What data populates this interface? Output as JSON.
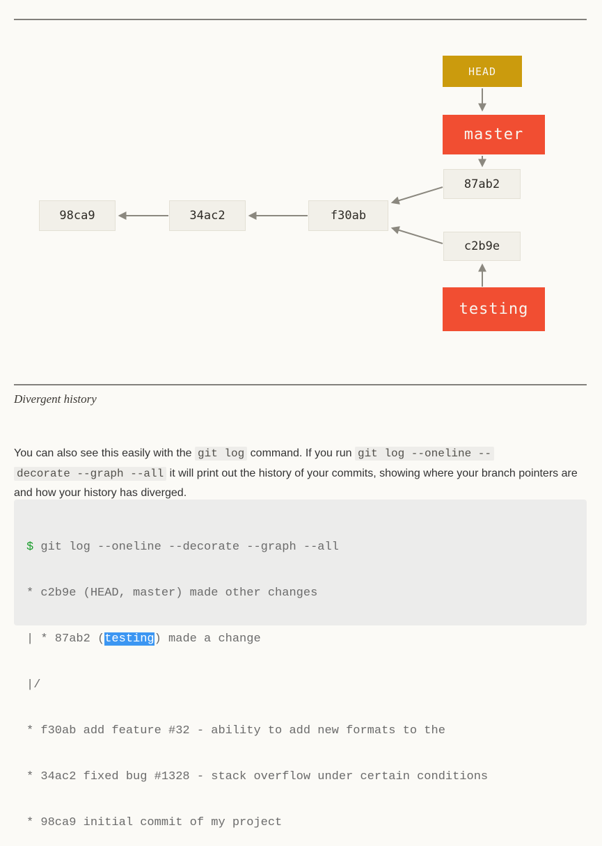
{
  "diagram": {
    "head": {
      "label": "HEAD"
    },
    "branches": {
      "master": "master",
      "testing": "testing"
    },
    "commits": [
      {
        "id": "98ca9"
      },
      {
        "id": "34ac2"
      },
      {
        "id": "f30ab"
      },
      {
        "id": "87ab2"
      },
      {
        "id": "c2b9e"
      }
    ],
    "colors": {
      "head_bg": "#cb9b0d",
      "branch_bg": "#f14e32",
      "commit_bg": "#f2f0e9",
      "arrow": "#8b887f"
    }
  },
  "caption": "Divergent history",
  "paragraph": {
    "text_1": "You can also see this easily with the ",
    "code_1": "git log",
    "text_2": " command. If you run ",
    "code_2_line1": "git log --oneline --",
    "code_2_line2": "decorate  --graph --all",
    "text_3": " it will print out the history of your commits, showing where your branch pointers are and how your history has diverged."
  },
  "terminal": {
    "prompt": "$",
    "command": " git log --oneline --decorate --graph --all",
    "line_2": "* c2b9e (HEAD, master) made other changes",
    "line_3_pre": "| * 87ab2 (",
    "line_3_selected": "testing",
    "line_3_post": ") made a change",
    "line_4": "|/",
    "line_5": "* f30ab add feature #32 - ability to add new formats to the",
    "line_6": "* 34ac2 fixed bug #1328 - stack overflow under certain conditions",
    "line_7": "* 98ca9 initial commit of my project"
  }
}
